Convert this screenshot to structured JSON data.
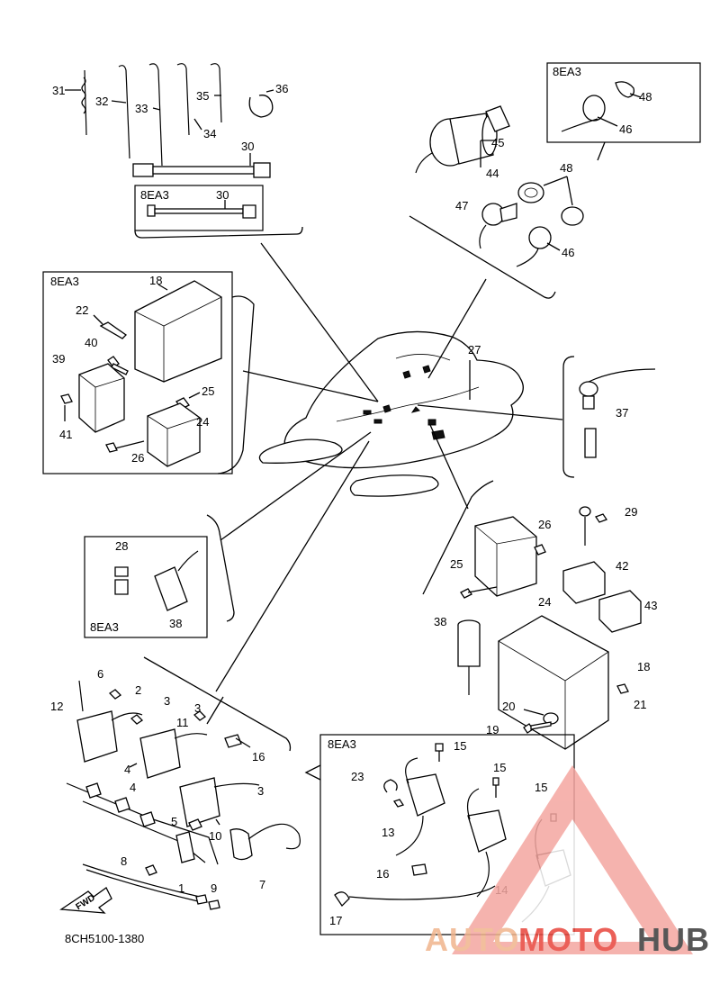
{
  "diagram_code": "8CH5100-1380",
  "variant_label": "8EA3",
  "fwd_label": "FWD",
  "watermark": {
    "part1": "AUTO",
    "part2": "MOTO",
    "part3": "HUB",
    "color_light": "#f0b48c",
    "color_red": "#e8453c",
    "color_dark": "#3a3a3a"
  },
  "callouts": {
    "c1": "1",
    "c2": "2",
    "c3a": "3",
    "c3b": "3",
    "c3c": "3",
    "c4a": "4",
    "c4b": "4",
    "c5": "5",
    "c6": "6",
    "c7": "7",
    "c8": "8",
    "c9": "9",
    "c10": "10",
    "c11": "11",
    "c12": "12",
    "c13": "13",
    "c14": "14",
    "c15a": "15",
    "c15b": "15",
    "c15c": "15",
    "c16a": "16",
    "c16b": "16",
    "c17": "17",
    "c18a": "18",
    "c18b": "18",
    "c19": "19",
    "c20": "20",
    "c21": "21",
    "c22": "22",
    "c23": "23",
    "c24a": "24",
    "c24b": "24",
    "c25a": "25",
    "c25b": "25",
    "c26a": "26",
    "c26b": "26",
    "c27": "27",
    "c28": "28",
    "c29": "29",
    "c30a": "30",
    "c30b": "30",
    "c31": "31",
    "c32": "32",
    "c33": "33",
    "c34": "34",
    "c35": "35",
    "c36": "36",
    "c37": "37",
    "c38a": "38",
    "c38b": "38",
    "c39": "39",
    "c40": "40",
    "c41": "41",
    "c42": "42",
    "c43": "43",
    "c44": "44",
    "c45": "45",
    "c46a": "46",
    "c46b": "46",
    "c47": "47",
    "c48a": "48",
    "c48b": "48"
  }
}
